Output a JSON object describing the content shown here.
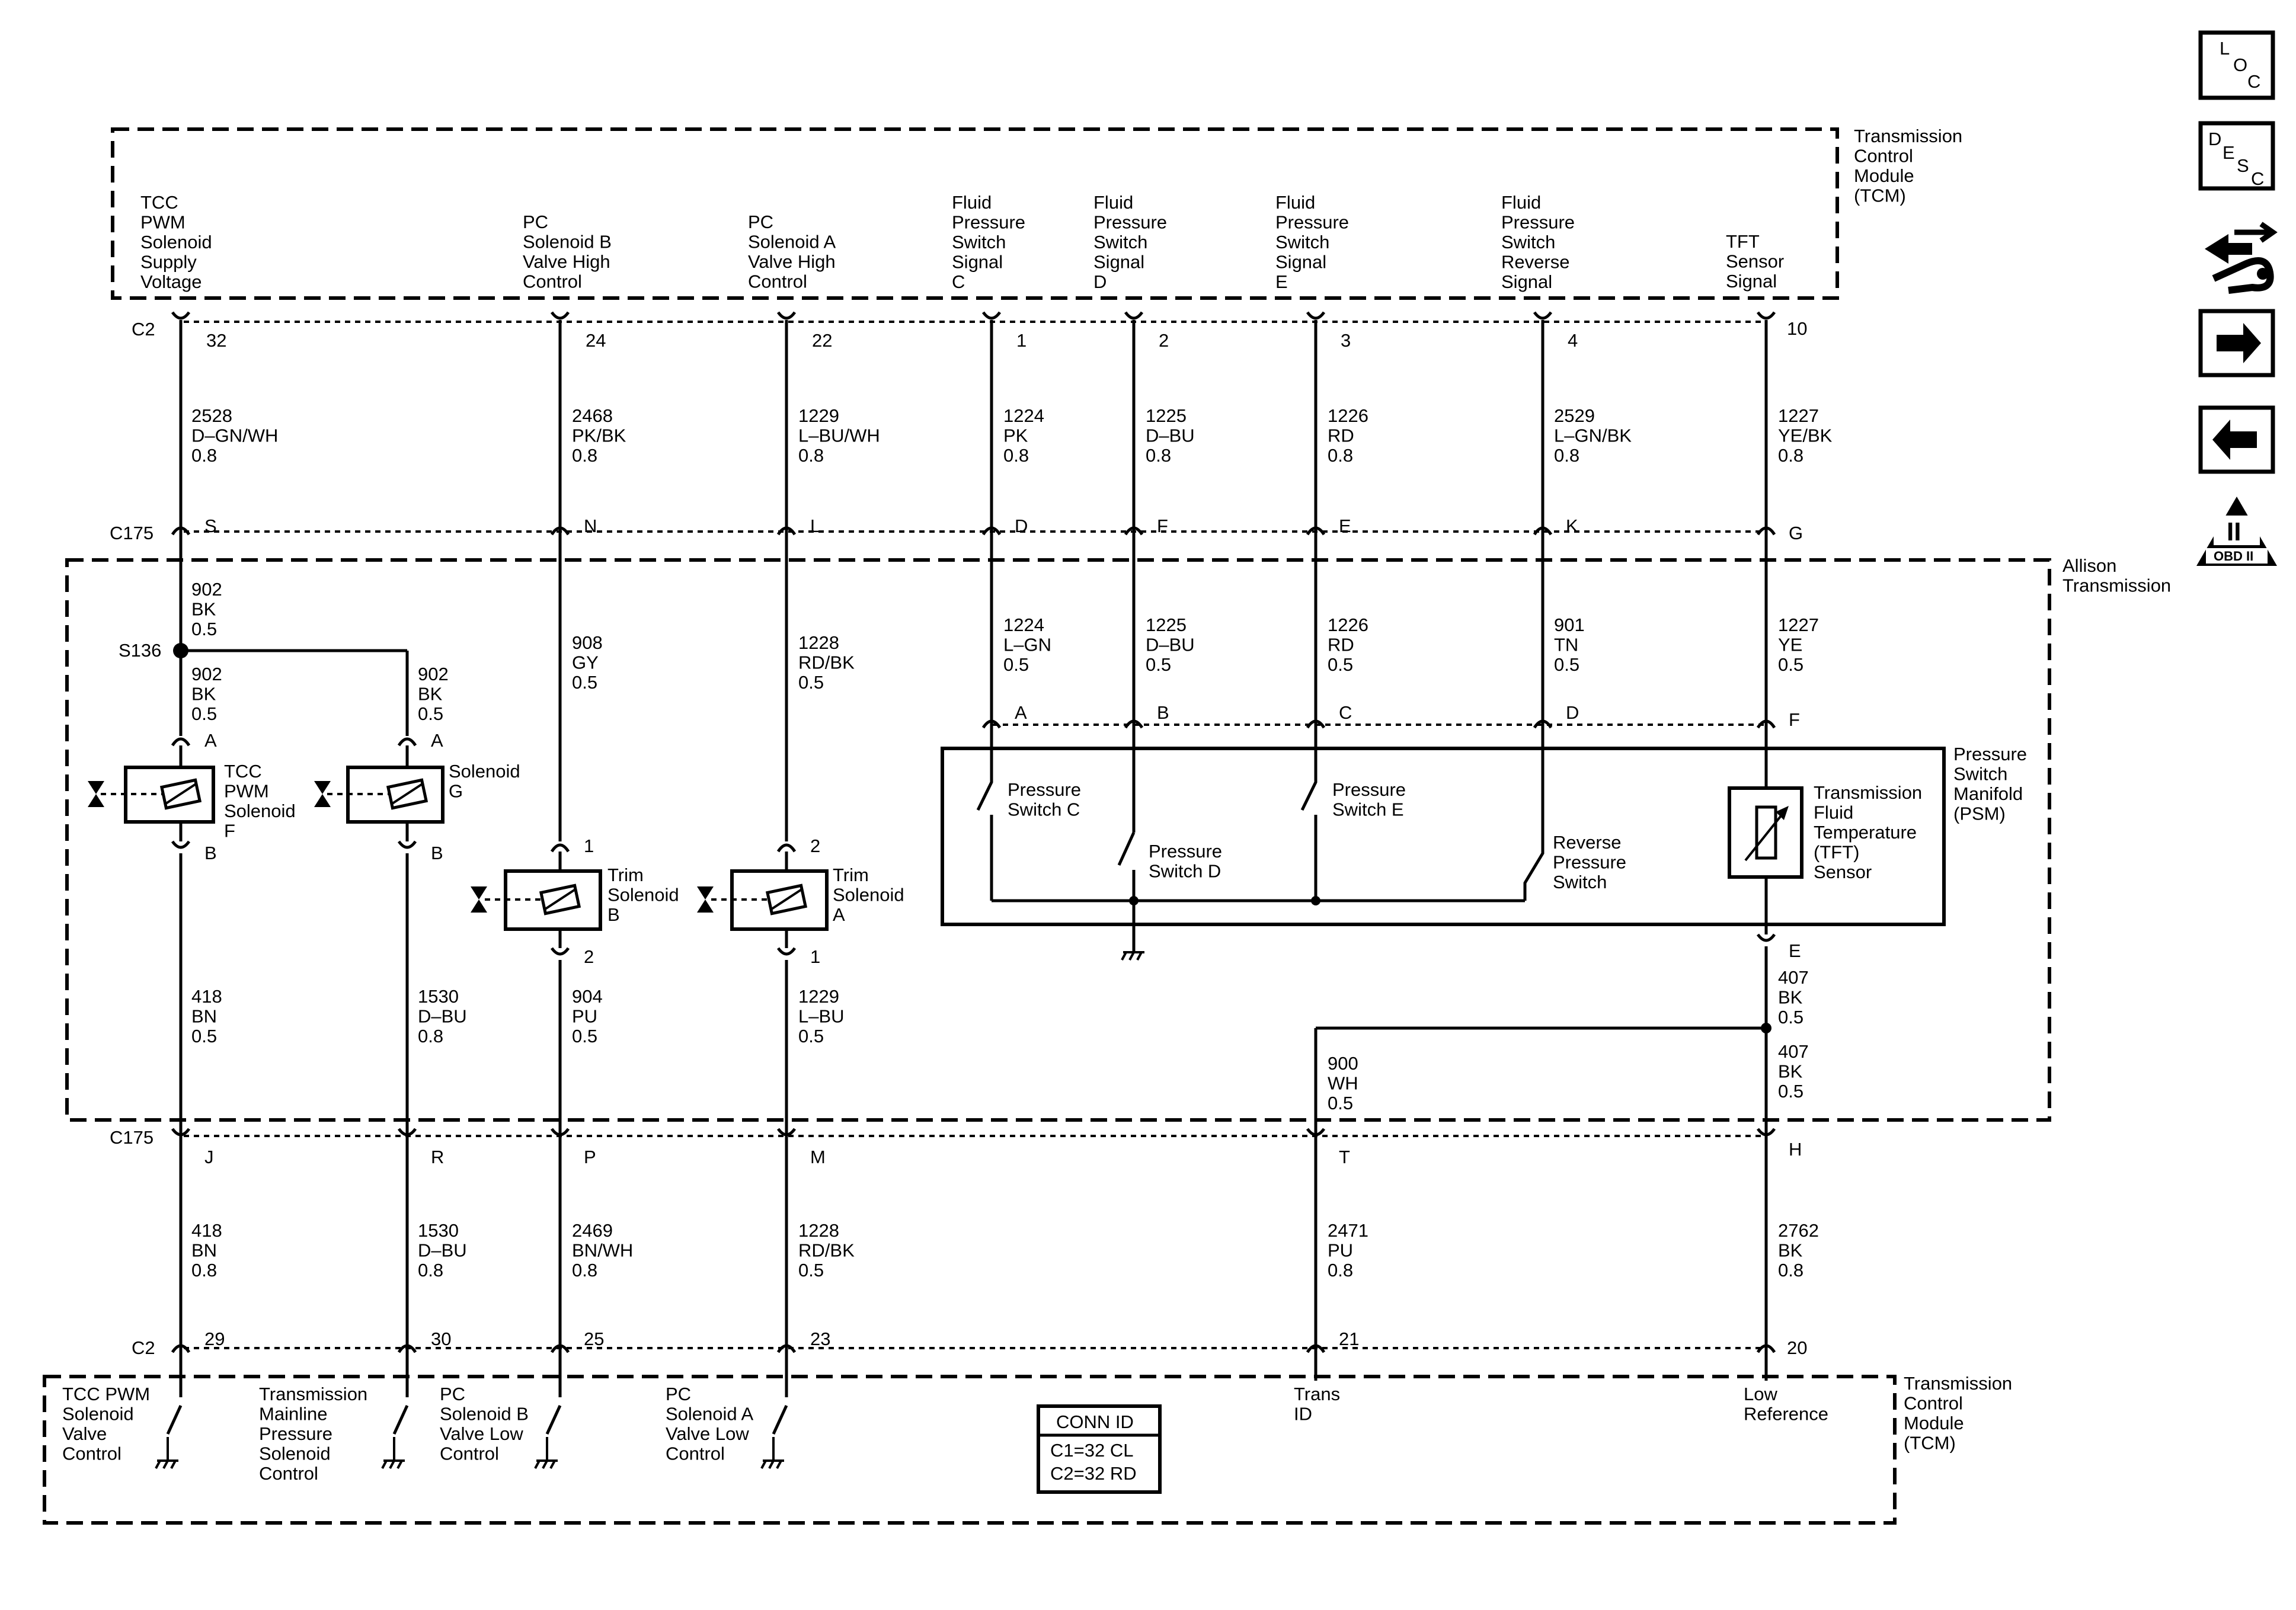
{
  "modules": {
    "tcm_top": "Transmission\nControl\nModule\n(TCM)",
    "tcm_bottom": "Transmission\nControl\nModule\n(TCM)",
    "allison": "Allison\nTransmission",
    "psm": "Pressure\nSwitch\nManifold\n(PSM)"
  },
  "connectors": {
    "c2": "C2",
    "c175": "C175",
    "splice": "S136"
  },
  "top_circuits": [
    {
      "signal": "TCC\nPWM\nSolenoid\nSupply\nVoltage",
      "c2_pin": "32",
      "wire_top": "2528\nD-GN/WH\n0.8",
      "c175_pin": "S"
    },
    {
      "signal": "PC\nSolenoid B\nValve High\nControl",
      "c2_pin": "24",
      "wire_top": "2468\nPK/BK\n0.8",
      "c175_pin": "N"
    },
    {
      "signal": "PC\nSolenoid A\nValve High\nControl",
      "c2_pin": "22",
      "wire_top": "1229\nL-BU/WH\n0.8",
      "c175_pin": "L"
    },
    {
      "signal": "Fluid\nPressure\nSwitch\nSignal\nC",
      "c2_pin": "1",
      "wire_top": "1224\nPK\n0.8",
      "c175_pin": "D"
    },
    {
      "signal": "Fluid\nPressure\nSwitch\nSignal\nD",
      "c2_pin": "2",
      "wire_top": "1225\nD-BU\n0.8",
      "c175_pin": "F"
    },
    {
      "signal": "Fluid\nPressure\nSwitch\nSignal\nE",
      "c2_pin": "3",
      "wire_top": "1226\nRD\n0.8",
      "c175_pin": "E"
    },
    {
      "signal": "Fluid\nPressure\nSwitch\nReverse\nSignal",
      "c2_pin": "4",
      "wire_top": "2529\nL-GN/BK\n0.8",
      "c175_pin": "K"
    },
    {
      "signal": "TFT\nSensor\nSignal",
      "c2_pin": "10",
      "wire_top": "1227\nYE/BK\n0.8",
      "c175_pin": "G"
    }
  ],
  "inner_wires": {
    "w902_top": "902\nBK\n0.5",
    "w902_left": "902\nBK\n0.5",
    "w902_right": "902\nBK\n0.5",
    "w908": "908\nGY\n0.5",
    "w1228": "1228\nRD/BK\n0.5",
    "w1224": "1224\nL-GN\n0.5",
    "w1225": "1225\nD-BU\n0.5",
    "w1226": "1226\nRD\n0.5",
    "w901": "901\nTN\n0.5",
    "w1227": "1227\nYE\n0.5",
    "w418": "418\nBN\n0.5",
    "w1530": "1530\nD-BU\n0.8",
    "w904": "904\nPU\n0.5",
    "w1229": "1229\nL-BU\n0.5",
    "w407a": "407\nBK\n0.5",
    "w407b": "407\nBK\n0.5",
    "w900": "900\nWH\n0.5"
  },
  "psm_pins": {
    "a": "A",
    "b": "B",
    "c": "C",
    "d": "D",
    "f": "F",
    "e": "E"
  },
  "components": {
    "tcc_sol": "TCC\nPWM\nSolenoid\nF",
    "sol_g": "Solenoid\nG",
    "trim_b": "Trim\nSolenoid\nB",
    "trim_a": "Trim\nSolenoid\nA",
    "ps_c": "Pressure\nSwitch C",
    "ps_d": "Pressure\nSwitch D",
    "ps_e": "Pressure\nSwitch E",
    "ps_rev": "Reverse\nPressure\nSwitch",
    "tft": "Transmission\nFluid\nTemperature\n(TFT)\nSensor"
  },
  "sol_pins": {
    "a": "A",
    "b": "B",
    "one": "1",
    "two": "2"
  },
  "bottom_circuits": [
    {
      "c175_pin": "J",
      "wire": "418\nBN\n0.8",
      "c2_pin": "29",
      "signal": "TCC PWM\nSolenoid\nValve\nControl"
    },
    {
      "c175_pin": "R",
      "wire": "1530\nD-BU\n0.8",
      "c2_pin": "30",
      "signal": "Transmission\nMainline\nPressure\nSolenoid\nControl"
    },
    {
      "c175_pin": "P",
      "wire": "2469\nBN/WH\n0.8",
      "c2_pin": "25",
      "signal": "PC\nSolenoid B\nValve Low\nControl"
    },
    {
      "c175_pin": "M",
      "wire": "1228\nRD/BK\n0.5",
      "c2_pin": "23",
      "signal": "PC\nSolenoid A\nValve Low\nControl"
    },
    {
      "c175_pin": "T",
      "wire": "2471\nPU\n0.8",
      "c2_pin": "21",
      "signal": "Trans\nID"
    },
    {
      "c175_pin": "H",
      "wire": "2762\nBK\n0.8",
      "c2_pin": "20",
      "signal": "Low\nReference"
    }
  ],
  "conn_id": {
    "title": "CONN ID",
    "line1": "C1=32 CL",
    "line2": "C2=32 RD"
  },
  "nav_icons": {
    "loc": {
      "l": "L",
      "o": "O",
      "c": "C"
    },
    "desc": {
      "d": "D",
      "e": "E",
      "s": "S",
      "c": "C"
    },
    "obd": {
      "roman": "II",
      "label": "OBD II"
    },
    "icons": [
      "loc-icon",
      "desc-icon",
      "connector-tool-icon",
      "next-arrow-icon",
      "back-arrow-icon",
      "obd-ii-icon"
    ]
  }
}
